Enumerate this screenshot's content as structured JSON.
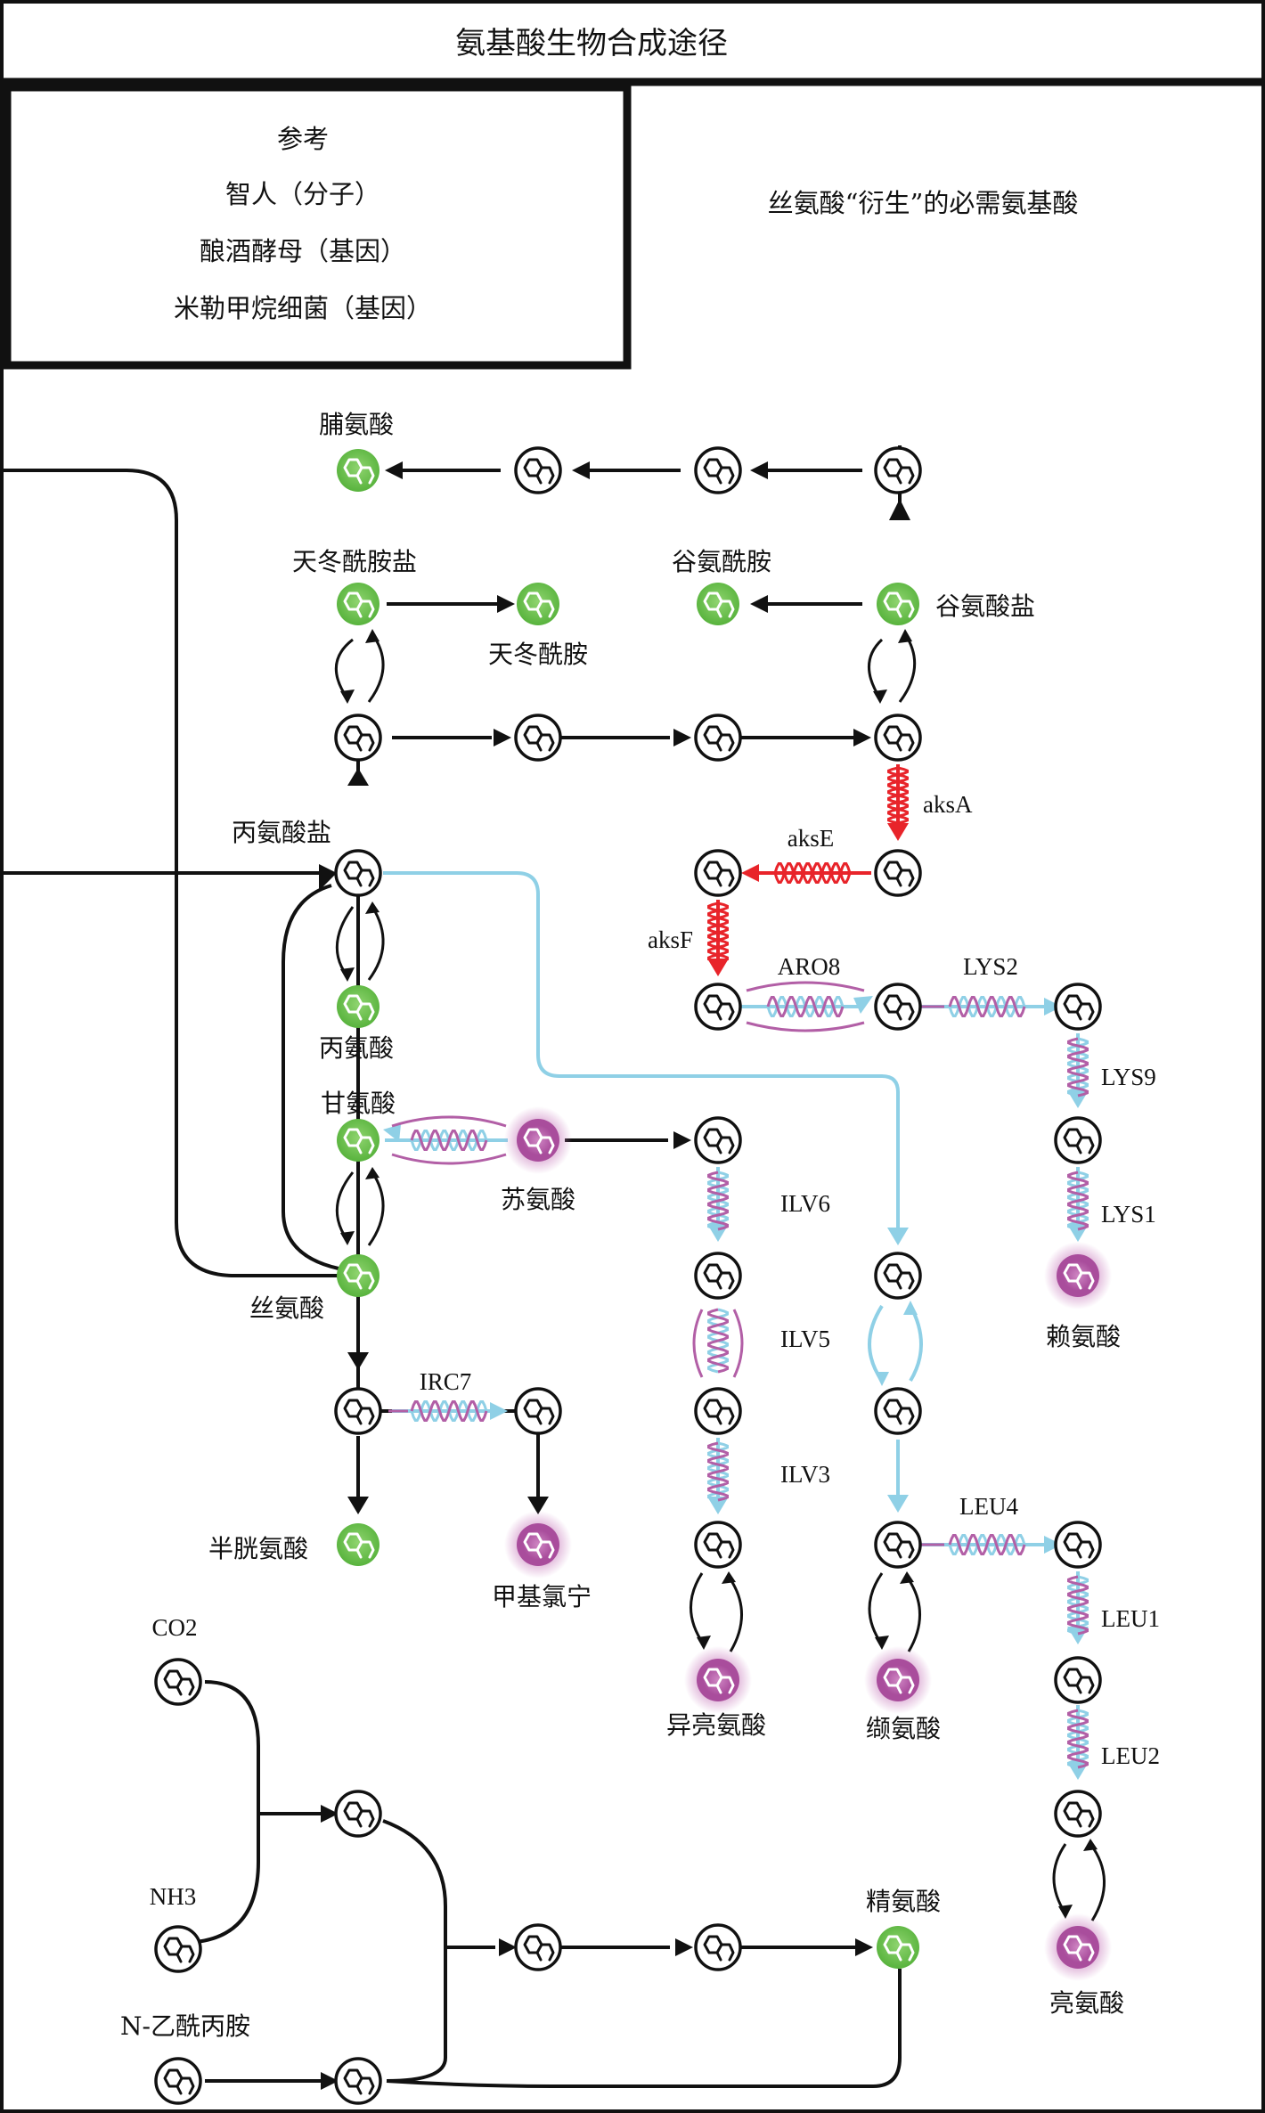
{
  "title": "氨基酸生物合成途径",
  "legend": {
    "heading": "参考",
    "items": [
      "智人（分子）",
      "酿酒酵母（基因）",
      "米勒甲烷细菌（基因）"
    ]
  },
  "subtitle": "丝氨酸“衍生”的必需氨基酸",
  "labels": {
    "proline": "脯氨酸",
    "asparagine_salt": "天冬酰胺盐",
    "asparagine": "天冬酰胺",
    "glutamine": "谷氨酰胺",
    "glutamate": "谷氨酸盐",
    "alanine_salt": "丙氨酸盐",
    "alanine": "丙氨酸",
    "glycine": "甘氨酸",
    "threonine": "苏氨酸",
    "serine": "丝氨酸",
    "cysteine": "半胱氨酸",
    "methionine": "甲基氯宁",
    "lysine": "赖氨酸",
    "isoleucine": "异亮氨酸",
    "valine": "缬氨酸",
    "leucine": "亮氨酸",
    "arginine": "精氨酸",
    "co2": "CO2",
    "nh3": "NH3",
    "n_acetyl": "N-乙酰丙胺"
  },
  "genes": {
    "aksA": "aksA",
    "aksE": "aksE",
    "aksF": "aksF",
    "ARO8": "ARO8",
    "LYS2": "LYS2",
    "LYS9": "LYS9",
    "LYS1": "LYS1",
    "ILV6": "ILV6",
    "ILV5": "ILV5",
    "ILV3": "ILV3",
    "IRC7": "IRC7",
    "LEU4": "LEU4",
    "LEU1": "LEU1",
    "LEU2": "LEU2"
  },
  "colors": {
    "human_molecule": "#6cbf4f",
    "yeast_gene": "#8fd0e6",
    "methano_gene": "#e8242a",
    "essential": "#b25fa6",
    "intermediate": "#111111"
  }
}
